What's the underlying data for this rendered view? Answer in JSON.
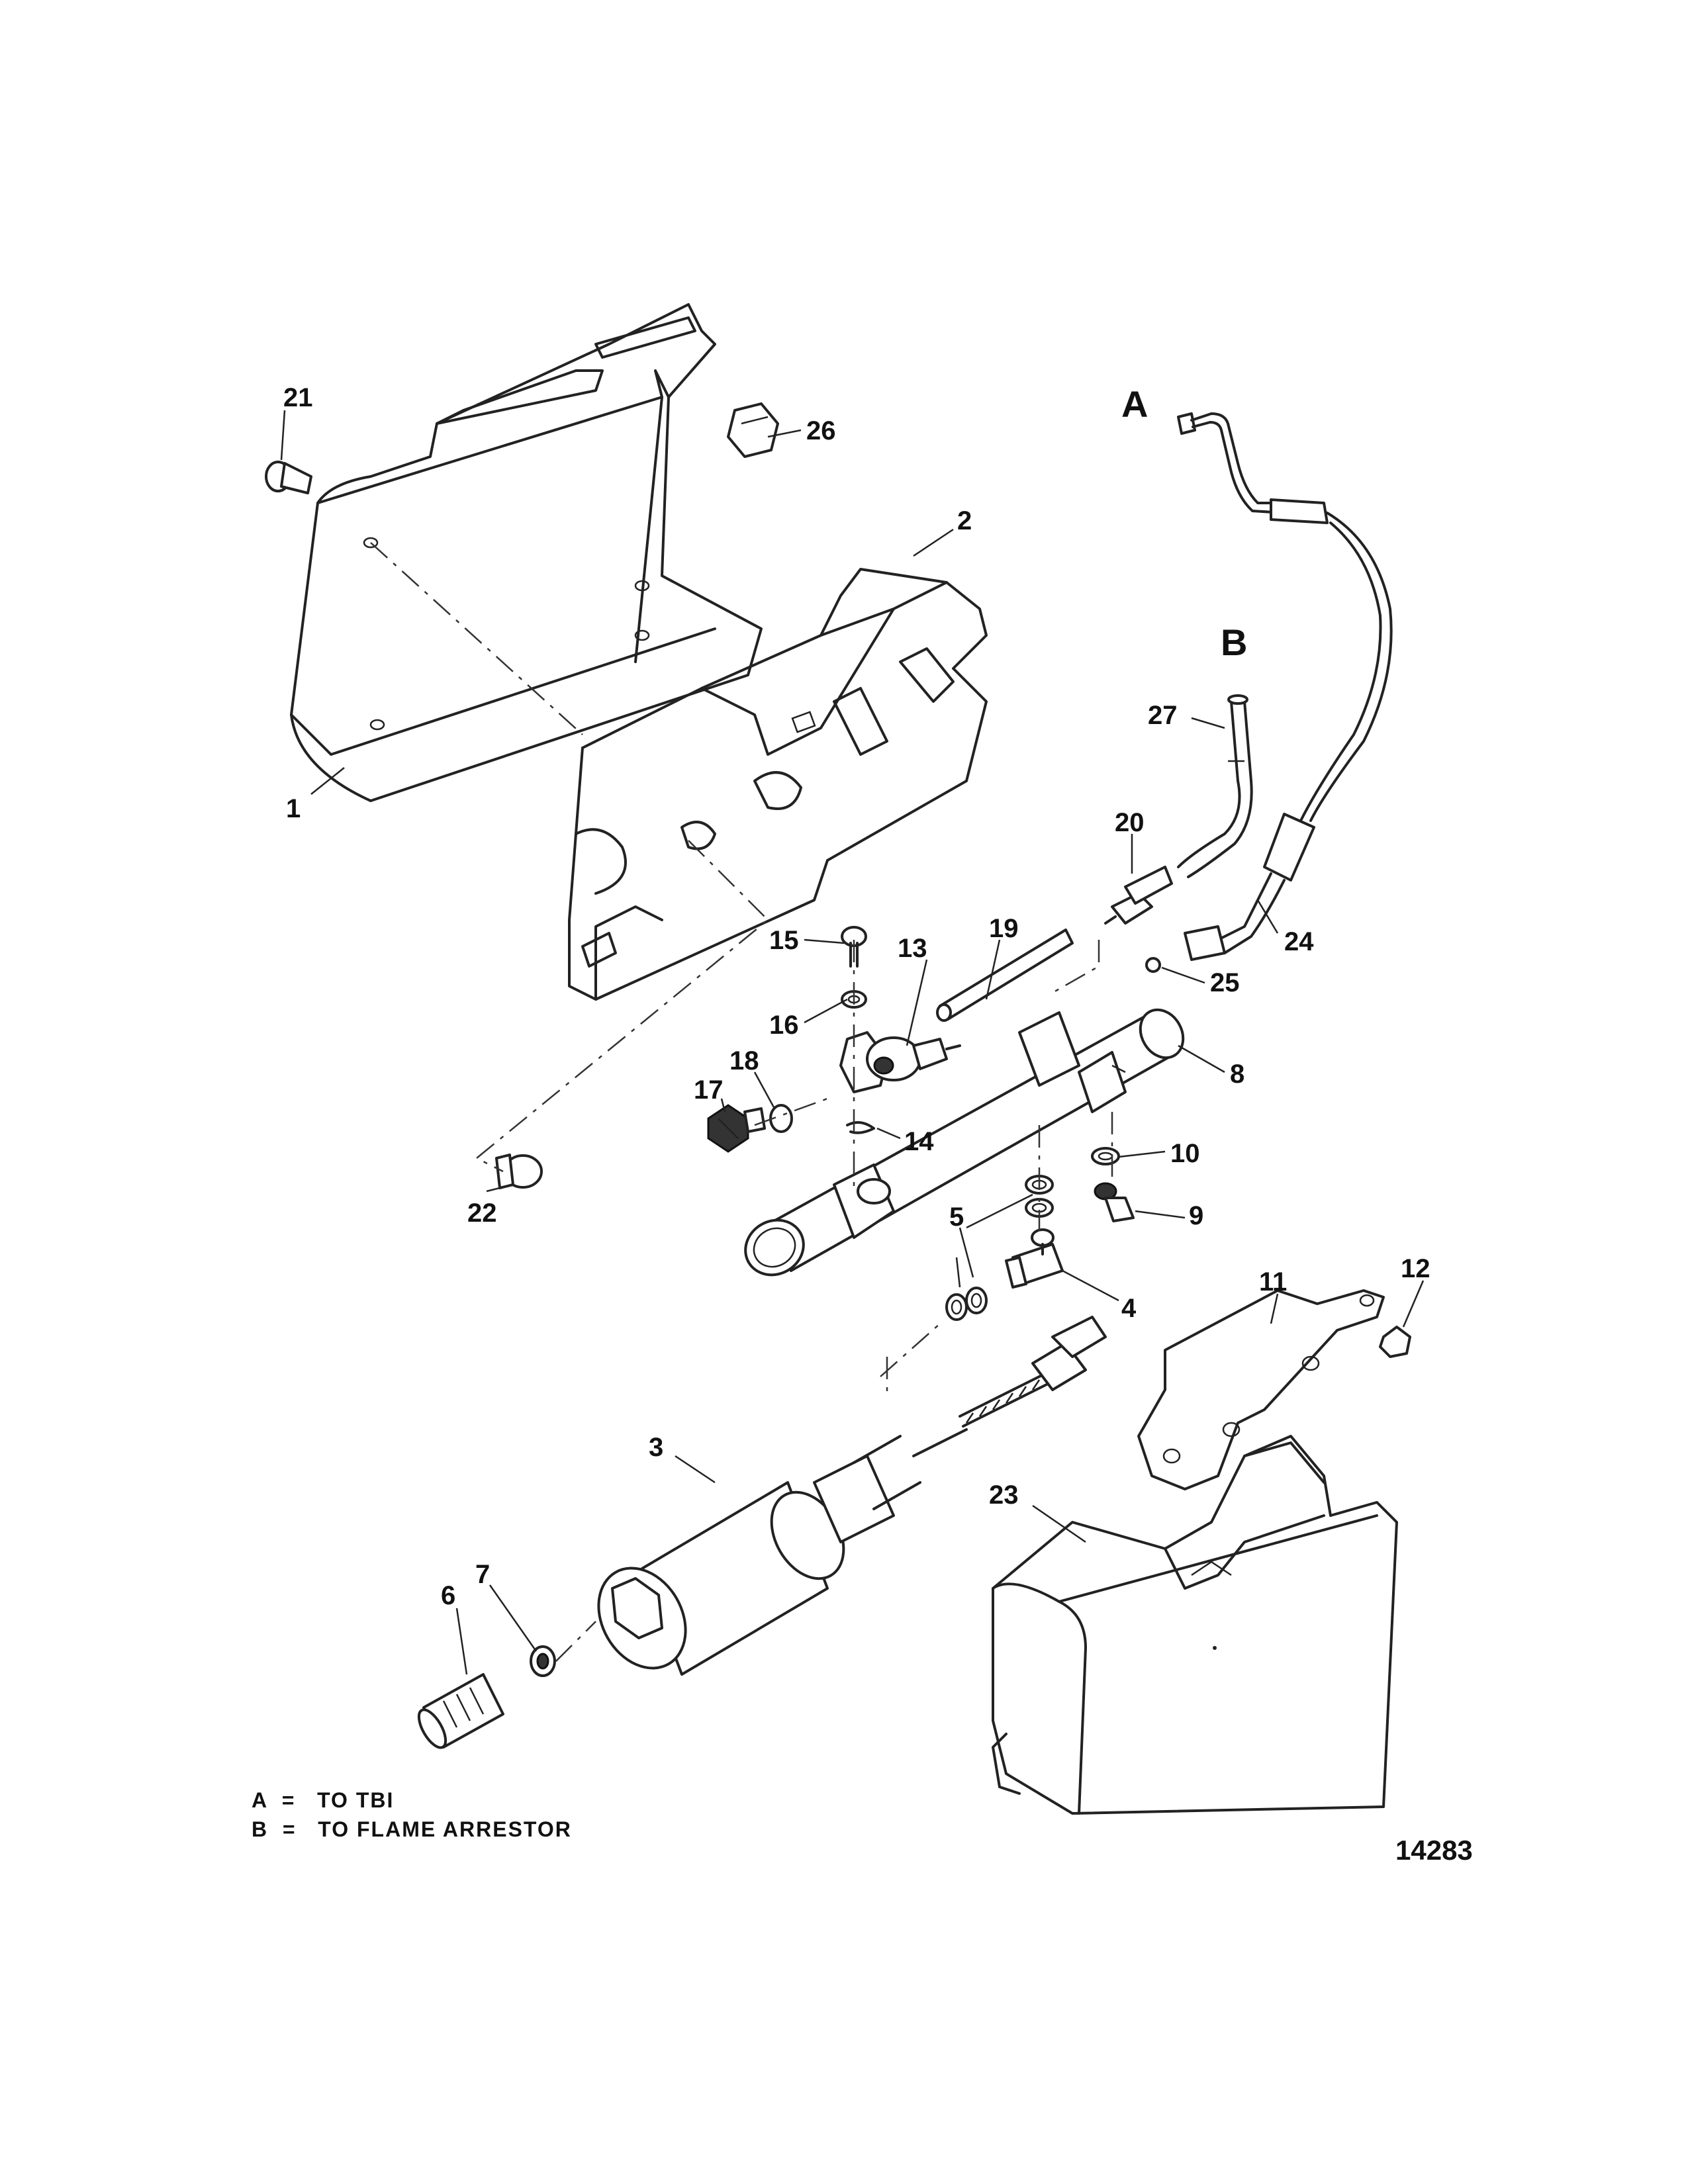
{
  "diagram": {
    "callouts": [
      "1",
      "2",
      "3",
      "4",
      "5",
      "6",
      "7",
      "8",
      "9",
      "10",
      "11",
      "12",
      "13",
      "14",
      "15",
      "16",
      "17",
      "18",
      "19",
      "20",
      "21",
      "22",
      "23",
      "24",
      "25",
      "26",
      "27"
    ],
    "destination_labels": [
      "A",
      "B"
    ],
    "legend": [
      {
        "key": "A",
        "sep": "=",
        "text": "TO TBI"
      },
      {
        "key": "B",
        "sep": "=",
        "text": "TO FLAME ARRESTOR"
      }
    ],
    "figure_id": "14283"
  }
}
